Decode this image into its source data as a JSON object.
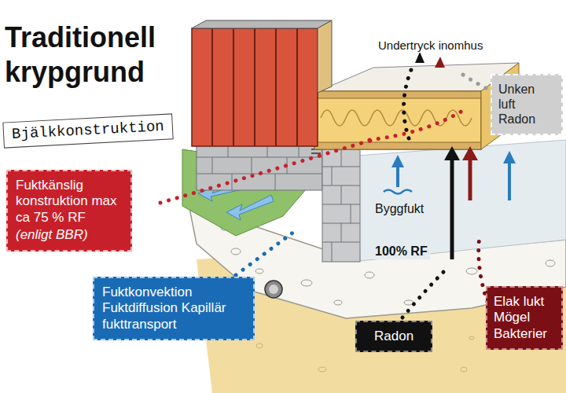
{
  "diagram": {
    "title": "Traditionell krypgrund",
    "nodes": [
      {
        "text": [
          "Bjälkkonstruktion"
        ]
      },
      {
        "text": [
          "Unken luft Radon"
        ]
      },
      {
        "text": [
          "Fuktkänslig konstruktion max ca 75 % RF",
          "(enligt BBR)"
        ]
      },
      {
        "text": [
          "Fuktkonvektion Fuktdiffusion Kapillär fukttransport"
        ]
      },
      {
        "text": [
          "Radon"
        ]
      },
      {
        "text": [
          "Elak lukt Mögel Bakterier"
        ]
      }
    ],
    "labels": [
      "Undertryck inomhus",
      "Byggfukt",
      "100% RF"
    ]
  }
}
